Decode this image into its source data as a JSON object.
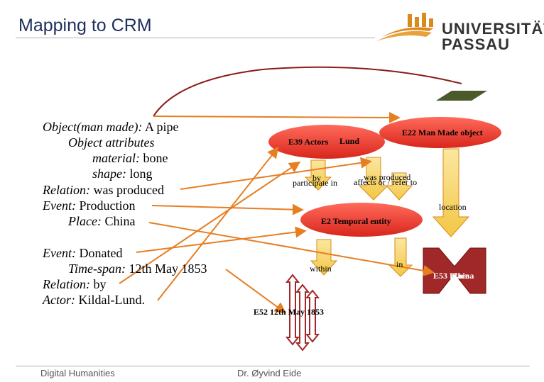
{
  "header": {
    "title": "Mapping to CRM"
  },
  "logo": {
    "line1": "UNIVERSITÄT",
    "line2": "PASSAU"
  },
  "object_block": {
    "l1_key": "Object(man made):",
    "l1_val": " A pipe",
    "l2_key": "Object attributes",
    "l3_key": "material:",
    "l3_val": " bone",
    "l4_key": "shape:",
    "l4_val": " long",
    "l5_key": "Relation:",
    "l5_val": " was produced",
    "l6_key": "Event:",
    "l6_val": " Production",
    "l7_key": "Place:",
    "l7_val": " China"
  },
  "event_block": {
    "l1_key": "Event:",
    "l1_val": " Donated",
    "l2_key": "Time-span:",
    "l2_val": " 12th May 1853",
    "l3_key": "Relation:",
    "l3_val": " by",
    "l4_key": "Actor:",
    "l4_val": " Kildal-Lund."
  },
  "diagram": {
    "actor_label": "E39 Actors",
    "actor_overlap": "Lund",
    "object_label": "E22 Man Made object",
    "by_label": "by",
    "participate_label": "participate in",
    "was_produced_label": "was produced",
    "affects_label": "affects or / refer to",
    "location_label": "location",
    "temporal_label": "E2 Temporal entity",
    "within_label": "within",
    "in_label": "in",
    "place_label": "E53 Place",
    "place_overlap": "China",
    "timespan_label": "E52 12th May 1853",
    "colors": {
      "accent": "#c0392b",
      "arrow": "#e67e22",
      "yellow": "#f5d36a",
      "oval": "#e74c3c",
      "dark": "#8b1a1a"
    }
  },
  "footer": {
    "left": "Digital Humanities",
    "center": "Dr. Øyvind Eide"
  }
}
